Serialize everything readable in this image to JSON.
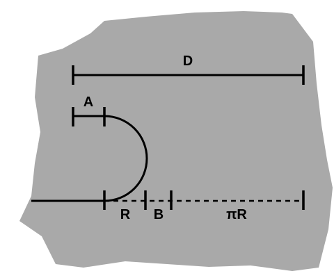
{
  "diagram": {
    "background_color": "#ffffff",
    "region_color": "#a9a9a9",
    "ink_color": "#000000",
    "labels": {
      "D": "D",
      "A": "A",
      "R": "R",
      "B": "B",
      "piR": "πR"
    }
  }
}
